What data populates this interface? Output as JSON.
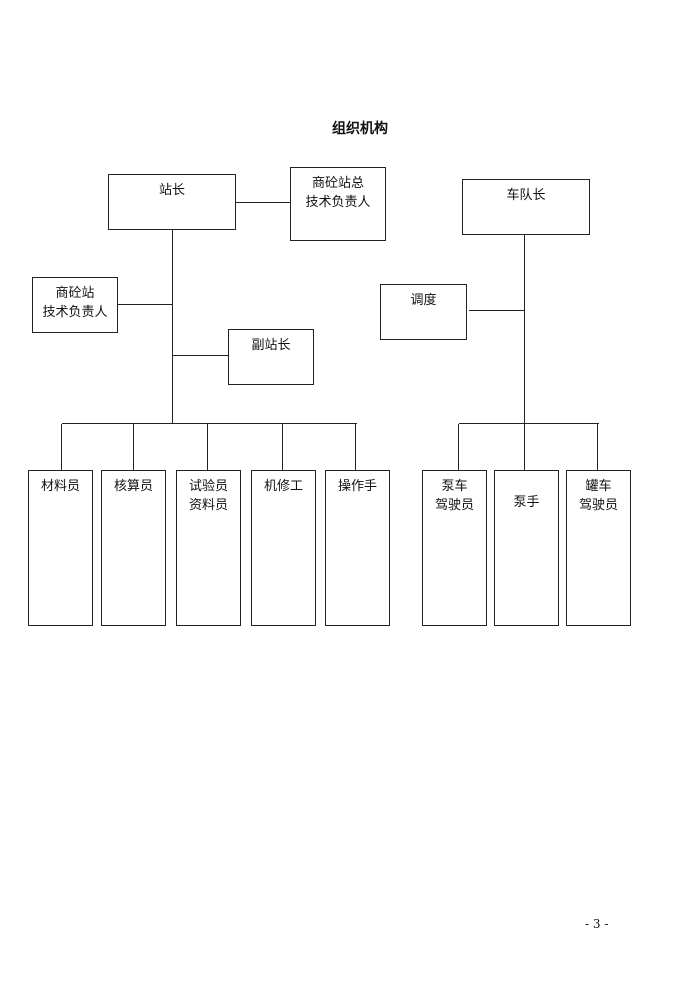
{
  "title": "组织机构",
  "page_number": "- 3 -",
  "left_tree": {
    "head": [
      "站长"
    ],
    "chief_tech": [
      "商砼站总",
      "技术负责人"
    ],
    "tech": [
      "商砼站",
      "技术负责人"
    ],
    "deputy": [
      "副站长"
    ],
    "staff": [
      [
        "材料员"
      ],
      [
        "核算员"
      ],
      [
        "试验员",
        "资料员"
      ],
      [
        "机修工"
      ],
      [
        "操作手"
      ]
    ]
  },
  "right_tree": {
    "head": [
      "车队长"
    ],
    "dispatch": [
      "调度"
    ],
    "staff": [
      [
        "泵车",
        "驾驶员"
      ],
      [
        "泵手"
      ],
      [
        "罐车",
        "驾驶员"
      ]
    ]
  }
}
